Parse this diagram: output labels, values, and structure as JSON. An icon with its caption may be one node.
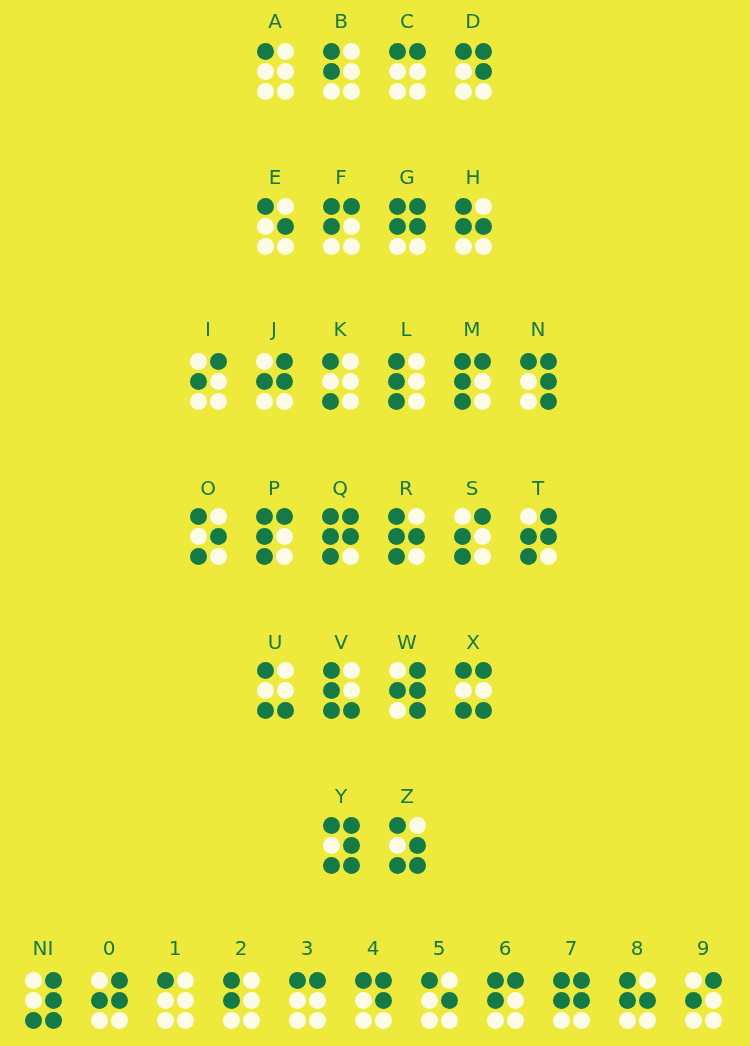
{
  "diagram": {
    "labels": [
      "A",
      "B",
      "C",
      "D",
      "E",
      "F",
      "G",
      "H",
      "I",
      "J",
      "K",
      "L",
      "M",
      "N",
      "O",
      "P",
      "Q",
      "R",
      "S",
      "T",
      "U",
      "V",
      "W",
      "X",
      "Y",
      "Z",
      "NI",
      "0",
      "1",
      "2",
      "3",
      "4",
      "5",
      "6",
      "7",
      "8",
      "9"
    ]
  }
}
